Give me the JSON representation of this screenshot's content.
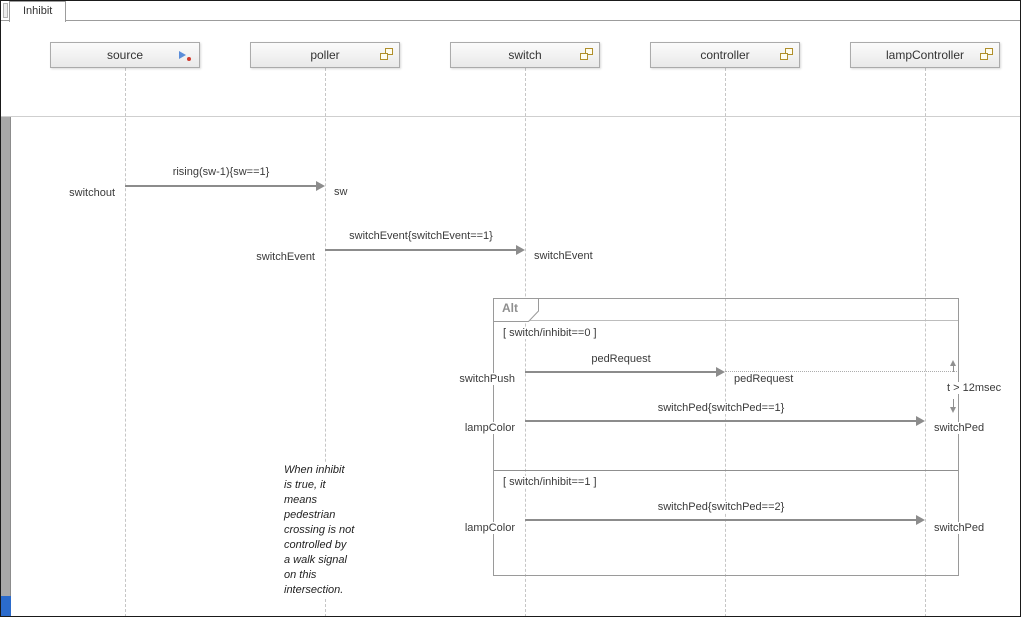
{
  "tab": {
    "label": "Inhibit"
  },
  "lifelines": [
    {
      "label": "source",
      "icon": "source-icon"
    },
    {
      "label": "poller",
      "icon": "component-icon"
    },
    {
      "label": "switch",
      "icon": "component-icon"
    },
    {
      "label": "controller",
      "icon": "component-icon"
    },
    {
      "label": "lampController",
      "icon": "component-icon"
    }
  ],
  "messages": [
    {
      "label": "rising(sw-1){sw==1}",
      "source_port": "switchout",
      "dest_port": "sw",
      "from": "source",
      "to": "poller"
    },
    {
      "label": "switchEvent{switchEvent==1}",
      "source_port": "switchEvent",
      "dest_port": "switchEvent",
      "from": "poller",
      "to": "switch"
    },
    {
      "label": "pedRequest",
      "source_port": "switchPush",
      "dest_port": "pedRequest",
      "from": "switch",
      "to": "controller"
    },
    {
      "label": "switchPed{switchPed==1}",
      "source_port": "lampColor",
      "dest_port": "switchPed",
      "from": "switch",
      "to": "lampController"
    },
    {
      "label": "switchPed{switchPed==2}",
      "source_port": "lampColor",
      "dest_port": "switchPed",
      "from": "switch",
      "to": "lampController"
    }
  ],
  "alt_fragment": {
    "label": "Alt",
    "guards": [
      "[ switch/inhibit==0 ]",
      "[ switch/inhibit==1 ]"
    ]
  },
  "duration_constraint": {
    "text": "t > 12msec"
  },
  "annotation": {
    "text": "When inhibit\nis true, it\nmeans\npedestrian\ncrossing is not\ncontrolled by\na walk signal\non this\nintersection."
  },
  "colors": {
    "arrow": "#8c8c8c",
    "lifeline": "#c6c6c6",
    "fragment_border": "#9a9a9a",
    "icon_gold": "#b08f2a",
    "indicator_blue": "#2b6bcc"
  }
}
